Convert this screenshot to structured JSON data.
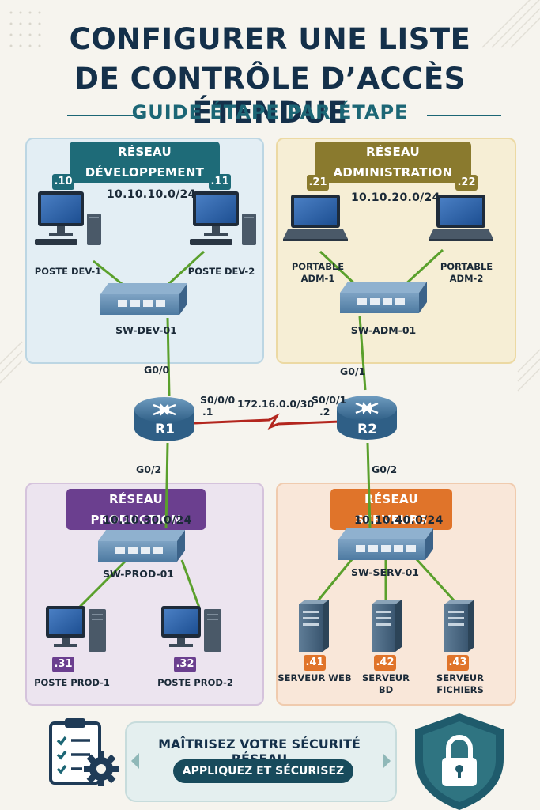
{
  "title": {
    "line1": "CONFIGURER UNE LISTE",
    "line2": "DE CONTRÔLE D’ACCÈS ÉTENDUE",
    "subtitle": "GUIDE ÉTAPE PAR ÉTAPE"
  },
  "zones": {
    "dev": {
      "label": "RÉSEAU DÉVELOPPEMENT",
      "subnet": "10.10.10.0/24",
      "switch": "SW-DEV-01",
      "hosts": [
        {
          "badge": ".10",
          "name": "POSTE DEV-1"
        },
        {
          "badge": ".11",
          "name": "POSTE DEV-2"
        }
      ],
      "color": "#1e6b78"
    },
    "admin": {
      "label": "RÉSEAU ADMINISTRATION",
      "subnet": "10.10.20.0/24",
      "switch": "SW-ADM-01",
      "hosts": [
        {
          "badge": ".21",
          "name_line1": "PORTABLE",
          "name_line2": "ADM-1"
        },
        {
          "badge": ".22",
          "name_line1": "PORTABLE",
          "name_line2": "ADM-2"
        }
      ],
      "color": "#8a7a2e"
    },
    "prod": {
      "label": "RÉSEAU PRODUCTION",
      "subnet": "10.10.30.0/24",
      "switch": "SW-PROD-01",
      "hosts": [
        {
          "badge": ".31",
          "name": "POSTE PROD-1"
        },
        {
          "badge": ".32",
          "name": "POSTE PROD-2"
        }
      ],
      "color": "#6b3f8f"
    },
    "serv": {
      "label": "RÉSEAU SERVEURS",
      "subnet": "10.10.40.0/24",
      "switch": "SW-SERV-01",
      "hosts": [
        {
          "badge": ".41",
          "name_line1": "SERVEUR WEB",
          "name_line2": ""
        },
        {
          "badge": ".42",
          "name_line1": "SERVEUR",
          "name_line2": "BD"
        },
        {
          "badge": ".43",
          "name_line1": "SERVEUR",
          "name_line2": "FICHIERS"
        }
      ],
      "color": "#e0742a"
    }
  },
  "routers": {
    "r1": {
      "name": "R1",
      "g00": "G0/0",
      "g02": "G0/2",
      "serial": "S0/0/0",
      "serial_ip": ".1"
    },
    "r2": {
      "name": "R2",
      "g01": "G0/1",
      "g02": "G0/2",
      "serial": "S0/0/1",
      "serial_ip": ".2"
    },
    "wan_subnet": "172.16.0.0/30"
  },
  "footer": {
    "title": "MAÎTRISEZ VOTRE SÉCURITÉ RÉSEAU",
    "button": "APPLIQUEZ ET SÉCURISEZ"
  },
  "icons": [
    "desktop-pc-icon",
    "laptop-icon",
    "switch-icon",
    "router-icon",
    "server-icon",
    "checklist-icon",
    "gear-icon",
    "shield-lock-icon"
  ],
  "colors": {
    "link_green": "#5aa02c",
    "wan_red": "#b3261e",
    "title_navy": "#14304a",
    "accent_teal": "#1c6675"
  }
}
